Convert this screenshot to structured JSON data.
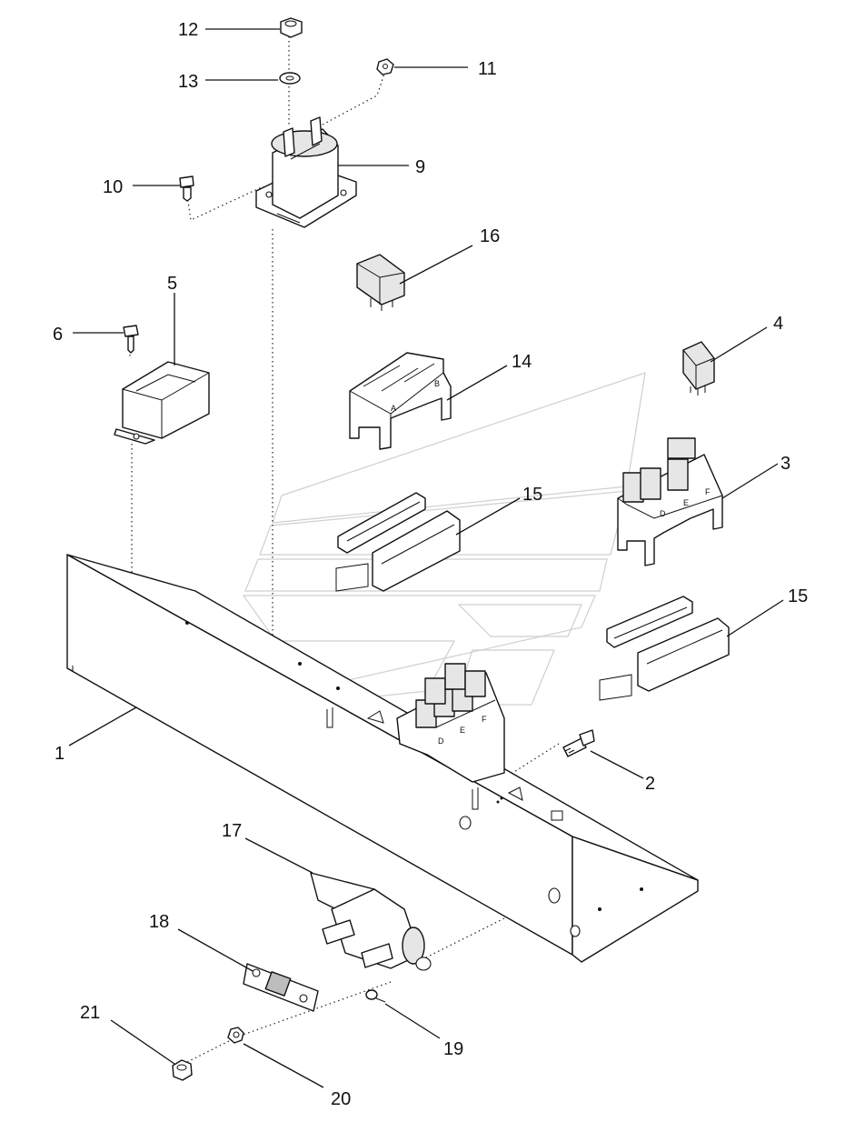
{
  "callouts": {
    "c1": "1",
    "c2": "2",
    "c3": "3",
    "c4": "4",
    "c5": "5",
    "c6": "6",
    "c9": "9",
    "c10": "10",
    "c11": "11",
    "c12": "12",
    "c13": "13",
    "c14": "14",
    "c15a": "15",
    "c15b": "15",
    "c16": "16",
    "c17": "17",
    "c18": "18",
    "c19": "19",
    "c20": "20",
    "c21": "21"
  },
  "relay_markings": {
    "block14": [
      "A",
      "B"
    ],
    "block3": [
      "D",
      "E",
      "F"
    ],
    "panel_block": [
      "D",
      "E",
      "F"
    ]
  },
  "colors": {
    "line": "#111111",
    "watermark": "#cfcfcf",
    "background": "#ffffff"
  }
}
